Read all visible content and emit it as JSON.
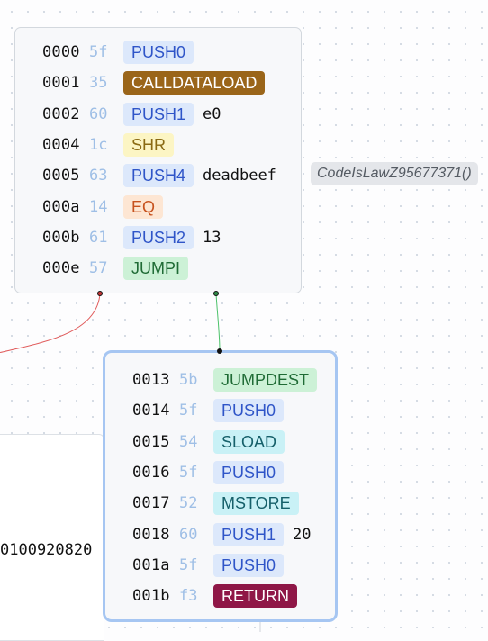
{
  "entry_block": {
    "rows": [
      {
        "offset": "0000",
        "byte": "5f",
        "op": "PUSH0",
        "cls": "push",
        "arg": ""
      },
      {
        "offset": "0001",
        "byte": "35",
        "op": "CALLDATALOAD",
        "cls": "cdl",
        "arg": ""
      },
      {
        "offset": "0002",
        "byte": "60",
        "op": "PUSH1",
        "cls": "push",
        "arg": "e0"
      },
      {
        "offset": "0004",
        "byte": "1c",
        "op": "SHR",
        "cls": "shr",
        "arg": ""
      },
      {
        "offset": "0005",
        "byte": "63",
        "op": "PUSH4",
        "cls": "push",
        "arg": "deadbeef"
      },
      {
        "offset": "000a",
        "byte": "14",
        "op": "EQ",
        "cls": "eq",
        "arg": ""
      },
      {
        "offset": "000b",
        "byte": "61",
        "op": "PUSH2",
        "cls": "push",
        "arg": "13"
      },
      {
        "offset": "000e",
        "byte": "57",
        "op": "JUMPI",
        "cls": "jump",
        "arg": ""
      }
    ]
  },
  "signature_tag": "CodeIsLawZ95677371()",
  "selected_block": {
    "rows": [
      {
        "offset": "0013",
        "byte": "5b",
        "op": "JUMPDEST",
        "cls": "jump",
        "arg": ""
      },
      {
        "offset": "0014",
        "byte": "5f",
        "op": "PUSH0",
        "cls": "push",
        "arg": ""
      },
      {
        "offset": "0015",
        "byte": "54",
        "op": "SLOAD",
        "cls": "stor",
        "arg": ""
      },
      {
        "offset": "0016",
        "byte": "5f",
        "op": "PUSH0",
        "cls": "push",
        "arg": ""
      },
      {
        "offset": "0017",
        "byte": "52",
        "op": "MSTORE",
        "cls": "stor",
        "arg": ""
      },
      {
        "offset": "0018",
        "byte": "60",
        "op": "PUSH1",
        "cls": "push",
        "arg": "20"
      },
      {
        "offset": "001a",
        "byte": "5f",
        "op": "PUSH0",
        "cls": "push",
        "arg": ""
      },
      {
        "offset": "001b",
        "byte": "f3",
        "op": "RETURN",
        "cls": "ret",
        "arg": ""
      }
    ]
  },
  "partial_block": {
    "text": "0100920820"
  },
  "colors": {
    "edge_false": "#e05a5a",
    "edge_true": "#4cc26a",
    "selection_border": "#a6c6f2"
  }
}
